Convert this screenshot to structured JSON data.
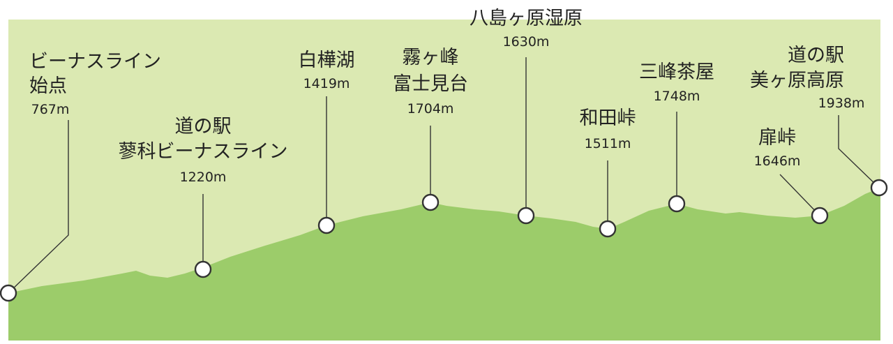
{
  "colors": {
    "sky": "#dbe9b2",
    "ground": "#9ccc6a",
    "line": "#333333",
    "marker_fill": "#ffffff",
    "text": "#222222"
  },
  "points": [
    {
      "id": "venus-line-start",
      "name_lines": [
        "ビーナスライン",
        "始点"
      ],
      "elevation": "767m"
    },
    {
      "id": "michinoeki-tateshina",
      "name_lines": [
        "道の駅",
        "蓼科ビーナスライン"
      ],
      "elevation": "1220m"
    },
    {
      "id": "shirakabako",
      "name_lines": [
        "白樺湖"
      ],
      "elevation": "1419m"
    },
    {
      "id": "kirigamine-fujimidai",
      "name_lines": [
        "霧ヶ峰",
        "富士見台"
      ],
      "elevation": "1704m"
    },
    {
      "id": "yashimagahara",
      "name_lines": [
        "八島ヶ原湿原"
      ],
      "elevation": "1630m"
    },
    {
      "id": "wada-toge",
      "name_lines": [
        "和田峠"
      ],
      "elevation": "1511m"
    },
    {
      "id": "mitsumine-chaya",
      "name_lines": [
        "三峰茶屋"
      ],
      "elevation": "1748m"
    },
    {
      "id": "tobira-toge",
      "name_lines": [
        "扉峠"
      ],
      "elevation": "1646m"
    },
    {
      "id": "michinoeki-utsukushigahara",
      "name_lines": [
        "道の駅",
        "美ヶ原高原"
      ],
      "elevation": "1938m"
    }
  ]
}
